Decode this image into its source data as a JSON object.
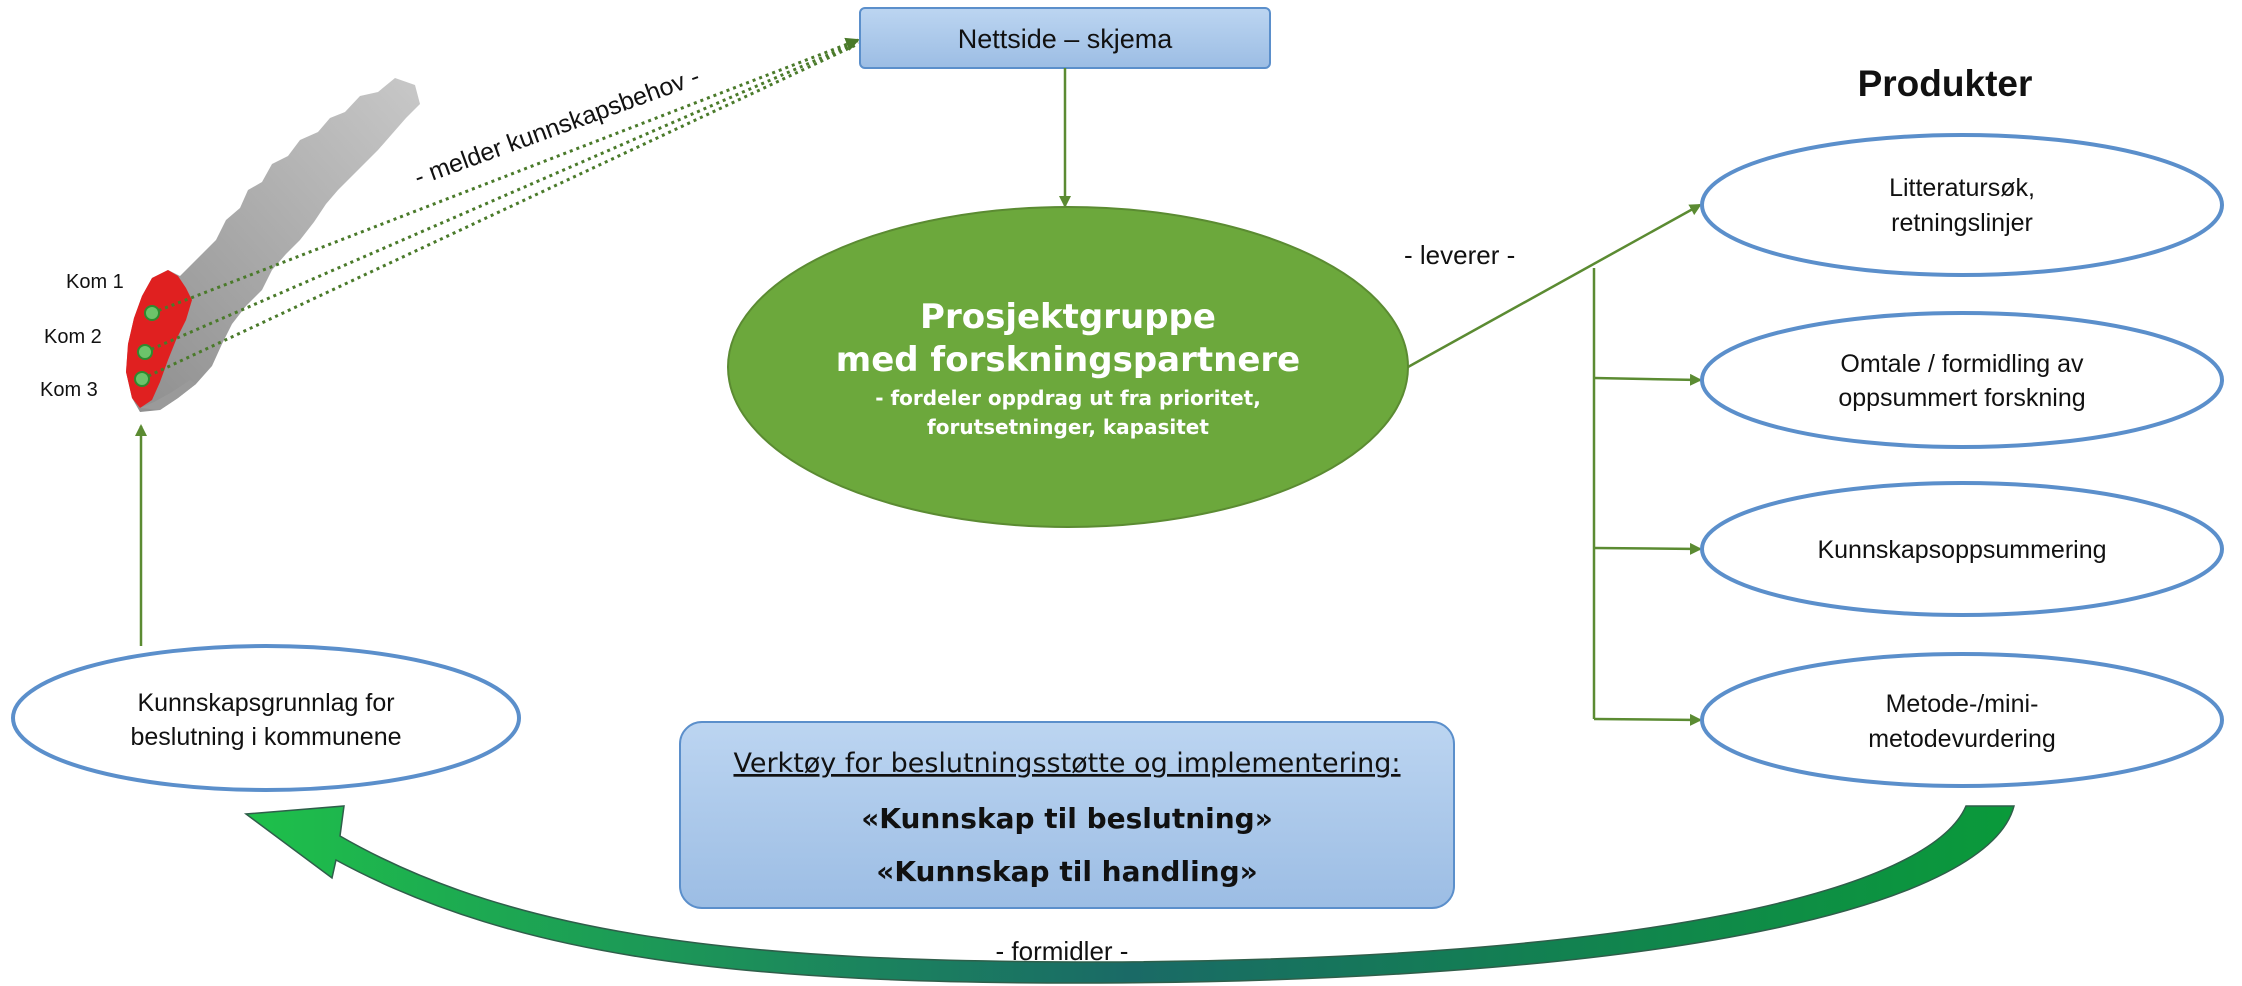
{
  "web_form": {
    "label": "Nettside – skjema"
  },
  "map": {
    "report_label": "- melder kunnskapsbehov -",
    "municipalities": [
      "Kom 1",
      "Kom 2",
      "Kom 3"
    ]
  },
  "project_group": {
    "title_line1": "Prosjektgruppe",
    "title_line2": "med forskningspartnere",
    "sub_line1": "- fordeler oppdrag ut fra prioritet,",
    "sub_line2": "forutsetninger, kapasitet"
  },
  "delivers_label": "- leverer -",
  "products": {
    "heading": "Produkter",
    "items": [
      {
        "line1": "Litteratursøk,",
        "line2": "retningslinjer"
      },
      {
        "line1": "Omtale / formidling av",
        "line2": "oppsummert forskning"
      },
      {
        "line1": "Kunnskapsoppsummering",
        "line2": ""
      },
      {
        "line1": "Metode-/mini-",
        "line2": "metodevurdering"
      }
    ]
  },
  "knowledge_base": {
    "line1": "Kunnskapsgrunnlag for",
    "line2": "beslutning i kommunene"
  },
  "tools": {
    "heading": "Verktøy for beslutningsstøtte og implementering:",
    "line1": "«Kunnskap til beslutning»",
    "line2": "«Kunnskap til handling»"
  },
  "communicates_label": "- formidler -",
  "colors": {
    "green_fill": "#6ca83c",
    "green_line": "#5b8b32",
    "blue_box": "#a8c6e8",
    "blue_border": "#5b8fcb",
    "map_red": "#e02020",
    "map_gray": "#a8a8a8"
  }
}
